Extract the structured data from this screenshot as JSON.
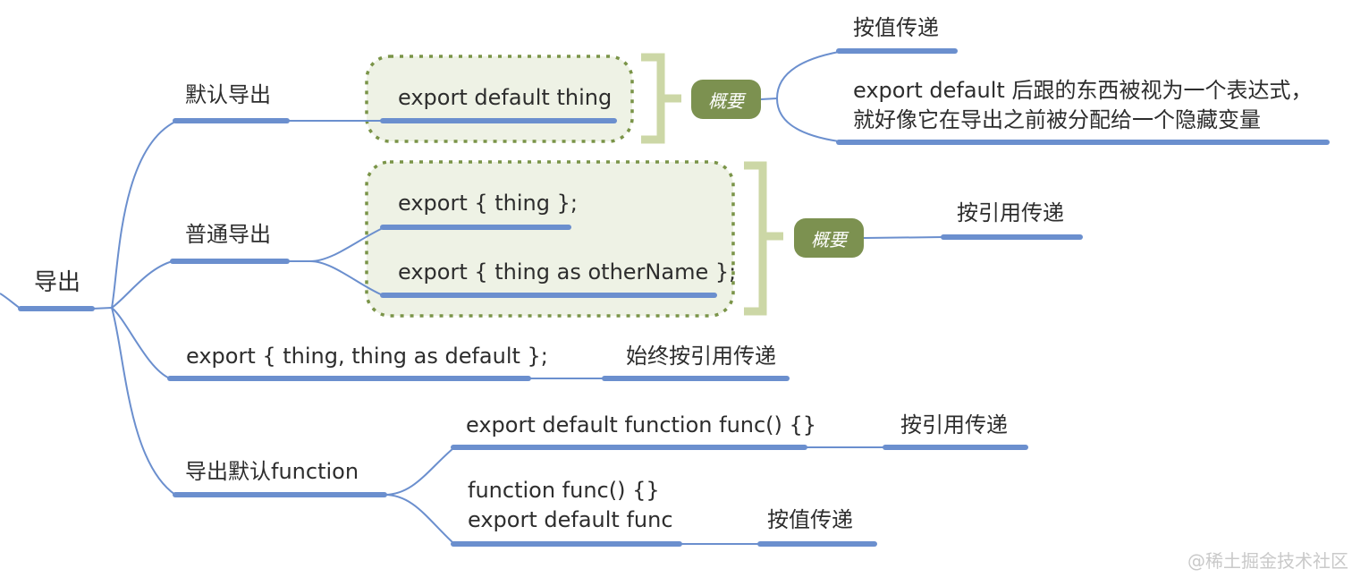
{
  "mindmap": {
    "root": "导出",
    "branch_default_export": {
      "label": "默认导出",
      "code": "export default thing",
      "summary_badge": "概要",
      "pass_by_value_label": "按值传递",
      "note": "export default 后跟的东西被视为一个表达式，\n就好像它在导出之前被分配给一个隐藏变量"
    },
    "branch_normal_export": {
      "label": "普通导出",
      "codes": [
        "export { thing };",
        "export { thing as otherName };"
      ],
      "summary_badge": "概要",
      "pass_by_reference_label": "按引用传递"
    },
    "branch_thing_as_default": {
      "code": "export { thing, thing as default };",
      "note": "始终按引用传递"
    },
    "branch_default_function": {
      "label": "导出默认function",
      "items": [
        {
          "code": "export default function func() {}",
          "note": "按引用传递"
        },
        {
          "code": "function func() {}\nexport default func",
          "note": "按值传递"
        }
      ]
    }
  },
  "watermark": "@稀土掘金技术社区",
  "colors": {
    "line_blue": "#6b8fce",
    "box_fill": "#eef2e5",
    "box_border": "#7a9448",
    "badge_background": "#7c9150",
    "badge_text": "#ffffff",
    "bracket": "#ccd7a6",
    "text": "#2d2d2d",
    "watermark": "#c9c9c9",
    "background": "#ffffff"
  }
}
